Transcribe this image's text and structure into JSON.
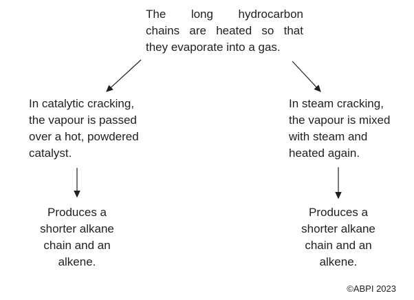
{
  "diagram": {
    "title_hint": "Hydrocarbon cracking flowchart",
    "top_statement": {
      "lines": [
        "The long hydrocarbon",
        "chains are heated so that",
        "they evaporate into a gas."
      ]
    },
    "catalytic_branch": {
      "lines": [
        "In catalytic cracking,",
        "the vapour is passed",
        "over a hot, powdered",
        "catalyst."
      ]
    },
    "steam_branch": {
      "lines": [
        "In steam cracking,",
        "the vapour is mixed",
        "with steam and",
        "heated again."
      ]
    },
    "catalytic_result": {
      "lines": [
        "Produces a",
        "shorter alkane",
        "chain and an",
        "alkene."
      ]
    },
    "steam_result": {
      "lines": [
        "Produces a",
        "shorter alkane",
        "chain and an",
        "alkene."
      ]
    },
    "copyright": "©ABPI 2023",
    "colors": {
      "background": "#ffffff",
      "text": "#1f1f1f",
      "arrow": "#1f1f1f"
    }
  }
}
